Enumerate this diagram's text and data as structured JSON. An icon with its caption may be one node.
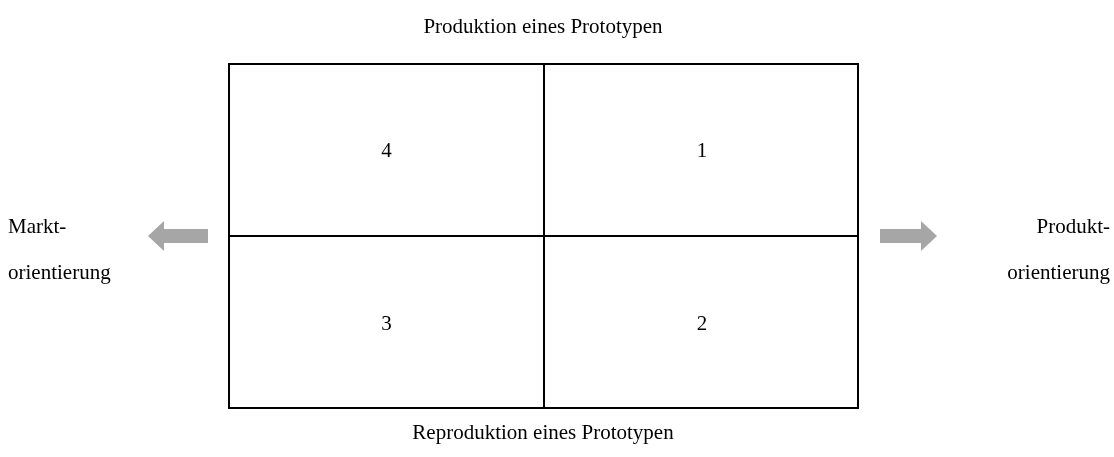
{
  "diagram": {
    "nodes": [
      {
        "text": [],
        "shape": "box"
      },
      {
        "text": [
          "4"
        ],
        "in": 0
      },
      {
        "text": [
          "1"
        ],
        "in": 0
      },
      {
        "text": [
          "3"
        ],
        "in": 0
      },
      {
        "text": [
          "2"
        ],
        "in": 0
      },
      {
        "text": [
          "Markt- orientierung"
        ]
      },
      {
        "text": [
          "Produkt- orientierung"
        ]
      }
    ],
    "edges": [
      {
        "from": null,
        "to": 5,
        "arrow": "to"
      },
      {
        "from": null,
        "to": 6,
        "arrow": "to"
      }
    ],
    "labels": [
      "Produktion eines Prototypen",
      "Reproduktion eines Prototypen"
    ]
  }
}
